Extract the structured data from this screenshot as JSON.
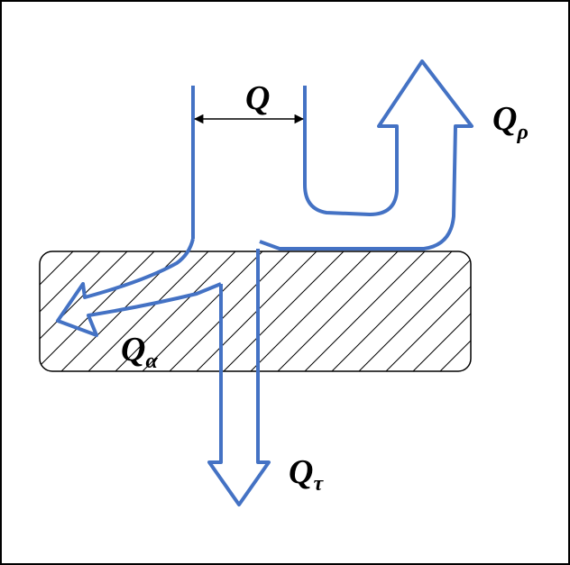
{
  "labels": {
    "incident": "Q",
    "reflected_main": "Q",
    "reflected_sub": "ρ",
    "absorbed_main": "Q",
    "absorbed_sub": "α",
    "transmitted_main": "Q",
    "transmitted_sub": "τ"
  },
  "colors": {
    "flow": "#4472C4",
    "outline": "#000000",
    "background": "#ffffff"
  }
}
